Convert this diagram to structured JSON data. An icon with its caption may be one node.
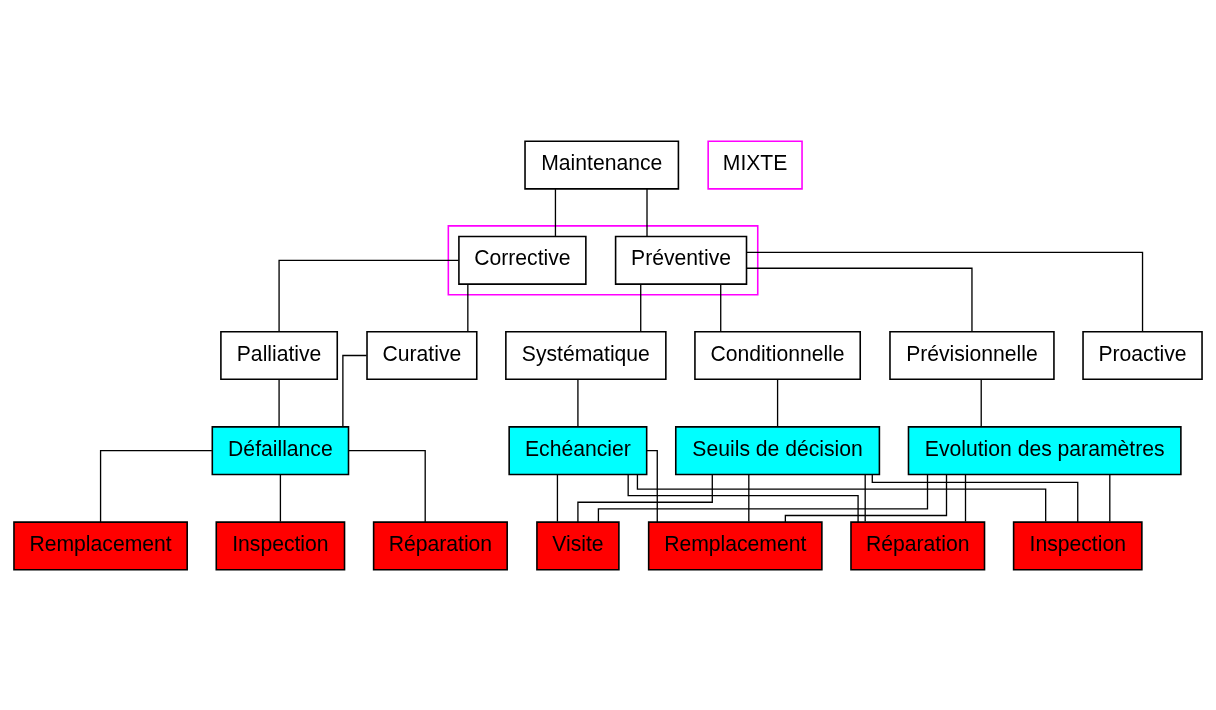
{
  "diagram": {
    "nodes": [
      {
        "text": [
          "Maintenance"
        ]
      },
      {
        "text": [],
        "shape": "box"
      },
      {
        "text": [
          "Corrective"
        ],
        "in": 1
      },
      {
        "text": [
          "Préventive"
        ],
        "in": 1
      },
      {
        "text": [
          "MIXTE"
        ]
      },
      {
        "text": [
          "Palliative"
        ]
      },
      {
        "text": [
          "Curative"
        ]
      },
      {
        "text": [
          "Systématique"
        ]
      },
      {
        "text": [
          "Conditionnelle"
        ]
      },
      {
        "text": [
          "Prévisionnelle"
        ]
      },
      {
        "text": [
          "Proactive"
        ]
      },
      {
        "text": [
          "Défaillance"
        ]
      },
      {
        "text": [
          "Echéancier"
        ]
      },
      {
        "text": [
          "Seuils de décision"
        ]
      },
      {
        "text": [
          "Evolution des paramètres"
        ]
      },
      {
        "text": [
          "Remplacement"
        ]
      },
      {
        "text": [
          "Inspection"
        ]
      },
      {
        "text": [
          "Réparation"
        ]
      },
      {
        "text": [
          "Remplacement"
        ]
      },
      {
        "text": [
          "Réparation"
        ]
      },
      {
        "text": [
          "Inspection"
        ]
      },
      {
        "text": [
          "Visite"
        ]
      }
    ],
    "edges": [
      {
        "from": 0,
        "to": 2,
        "arrow": "none"
      },
      {
        "from": 0,
        "to": 3,
        "arrow": "none"
      },
      {
        "from": 2,
        "to": 5,
        "arrow": "none"
      },
      {
        "from": 2,
        "to": 6,
        "arrow": "none"
      },
      {
        "from": 5,
        "to": 11,
        "arrow": "none"
      },
      {
        "from": 6,
        "to": 11,
        "arrow": "none"
      },
      {
        "from": 11,
        "to": 15,
        "arrow": "none"
      },
      {
        "from": 11,
        "to": 17,
        "arrow": "none"
      },
      {
        "from": 11,
        "to": 16,
        "arrow": "none"
      },
      {
        "from": 3,
        "to": 7,
        "arrow": "none"
      },
      {
        "from": 3,
        "to": 8,
        "arrow": "none"
      },
      {
        "from": 3,
        "to": 10,
        "arrow": "none"
      },
      {
        "from": 3,
        "to": 9,
        "arrow": "none"
      },
      {
        "from": 7,
        "to": 12,
        "arrow": "none"
      },
      {
        "from": 8,
        "to": 13,
        "arrow": "none"
      },
      {
        "from": 9,
        "to": 14,
        "arrow": "none"
      },
      {
        "from": 12,
        "to": 18,
        "arrow": "none"
      },
      {
        "from": 12,
        "to": 19,
        "arrow": "none"
      },
      {
        "from": 12,
        "to": 20,
        "arrow": "none"
      },
      {
        "from": 12,
        "to": 21,
        "arrow": "none"
      },
      {
        "from": 13,
        "to": 18,
        "arrow": "none"
      },
      {
        "from": 13,
        "to": 19,
        "arrow": "none"
      },
      {
        "from": 13,
        "to": 20,
        "arrow": "none"
      },
      {
        "from": 13,
        "to": 21,
        "arrow": "none"
      },
      {
        "from": 14,
        "to": 18,
        "arrow": "none"
      },
      {
        "from": 14,
        "to": 19,
        "arrow": "none"
      },
      {
        "from": 14,
        "to": 20,
        "arrow": "none"
      },
      {
        "from": 14,
        "to": 21,
        "arrow": "none"
      }
    ]
  }
}
